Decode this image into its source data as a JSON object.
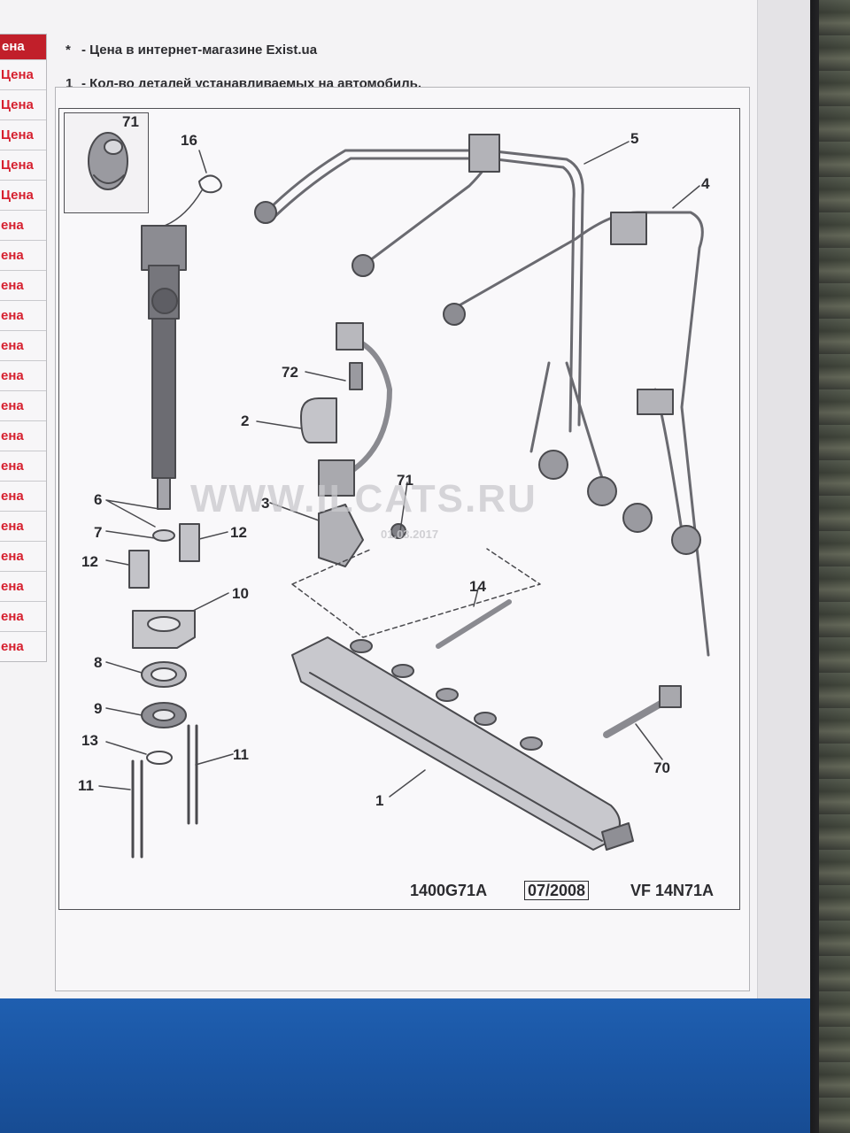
{
  "price_column": {
    "header": "ена",
    "cells": [
      "Цена",
      "Цена",
      "Цена",
      "Цена",
      "Цена",
      "ена",
      "ена",
      "ена",
      "ена",
      "ена",
      "ена",
      "ена",
      "ена",
      "ена",
      "ена",
      "ена",
      "ена",
      "ена",
      "ена",
      "ена"
    ]
  },
  "notes": [
    {
      "mark": "*",
      "text": "- Цена в интернет-магазине Exist.ua"
    },
    {
      "mark": "1",
      "text": "- Кол-во деталей устанавливаемых на автомобиль."
    }
  ],
  "diagram": {
    "callouts": [
      "71",
      "16",
      "5",
      "4",
      "72",
      "2",
      "6",
      "7",
      "12",
      "12",
      "10",
      "3",
      "71",
      "14",
      "8",
      "9",
      "13",
      "11",
      "11",
      "1",
      "70"
    ],
    "watermark": "WWW.ILCATS.RU",
    "watermark_date": "01.03.2017",
    "footer": {
      "code": "1400G71A",
      "date": "07/2008",
      "ref": "VF 14N71A"
    }
  },
  "colors": {
    "price_header_bg": "#c11f2a",
    "price_text": "#d6202f",
    "taskbar": "#1b57a6",
    "line_art": "#4a4a4e"
  }
}
